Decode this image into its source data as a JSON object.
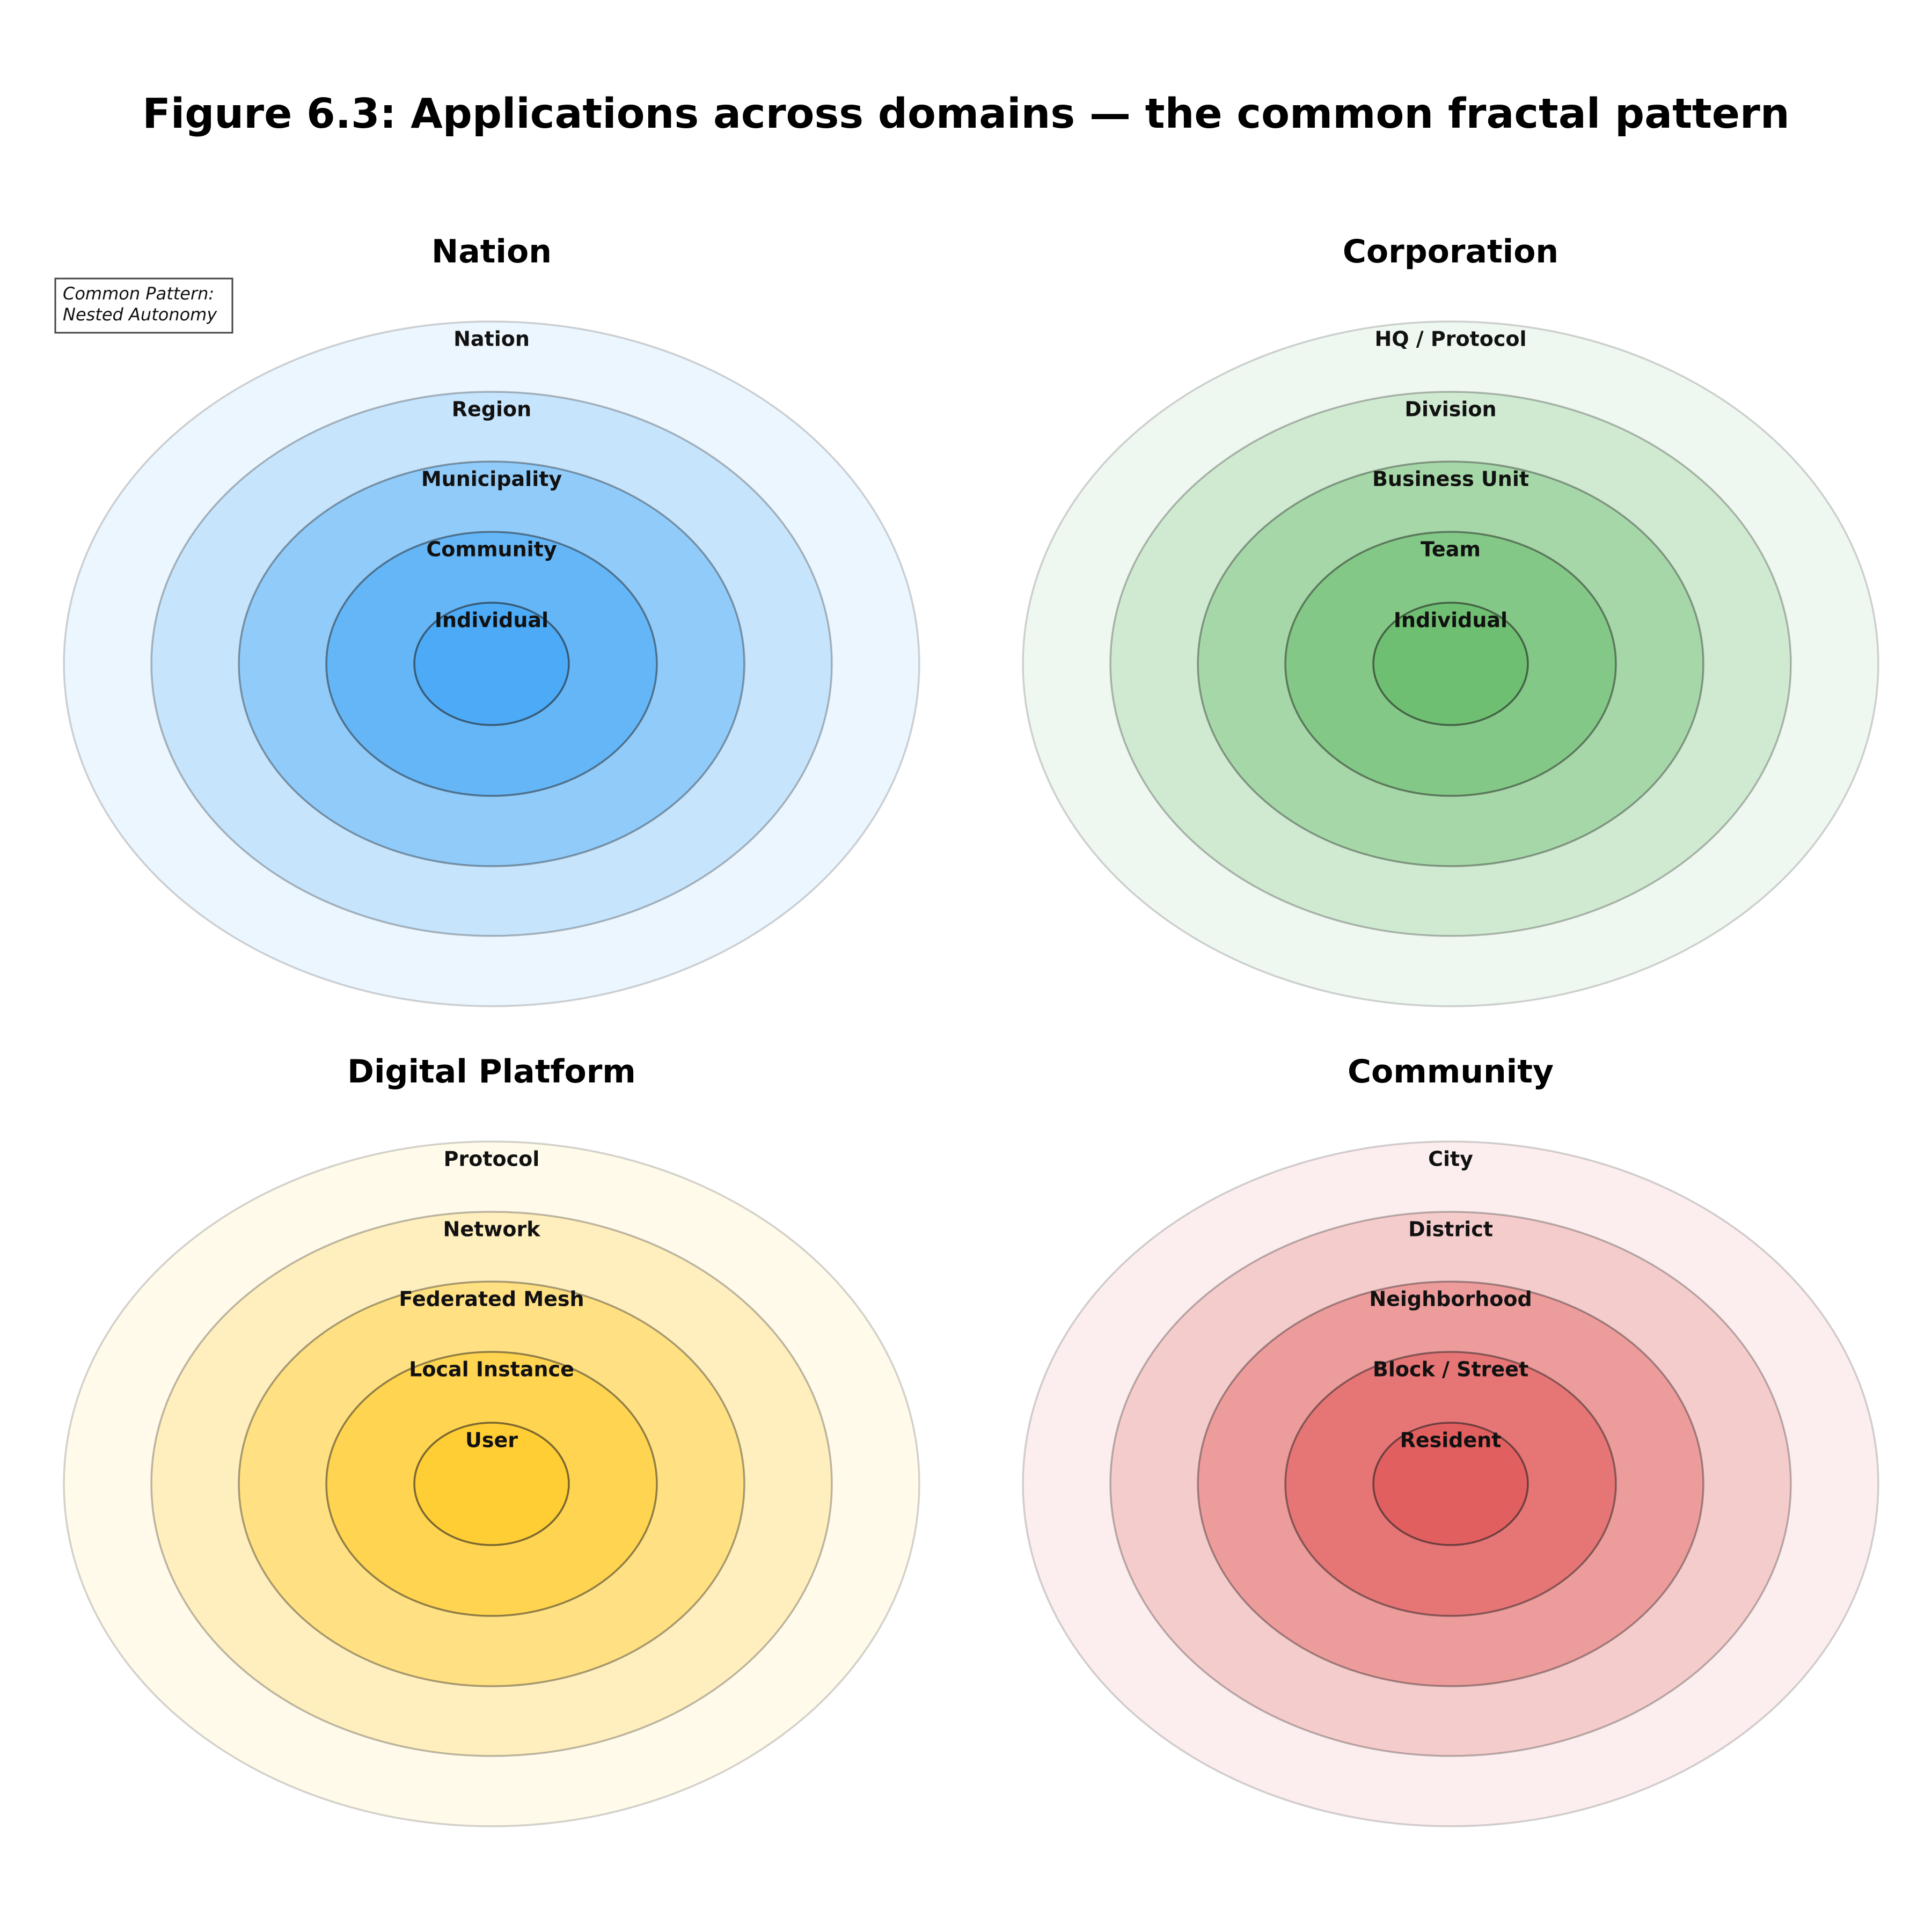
{
  "title": "Figure 6.3: Applications across domains — the common fractal pattern",
  "note": {
    "lines": [
      "Common Pattern:",
      "Nested Autonomy"
    ]
  },
  "panels": [
    {
      "title": "Nation",
      "color": "#42a5f5",
      "levels": [
        "Nation",
        "Region",
        "Municipality",
        "Community",
        "Individual"
      ]
    },
    {
      "title": "Corporation",
      "color": "#66bb6a",
      "levels": [
        "HQ / Protocol",
        "Division",
        "Business Unit",
        "Team",
        "Individual"
      ]
    },
    {
      "title": "Digital Platform",
      "color": "#ffca28",
      "levels": [
        "Protocol",
        "Network",
        "Federated Mesh",
        "Local Instance",
        "User"
      ]
    },
    {
      "title": "Community",
      "color": "#e05555",
      "levels": [
        "City",
        "District",
        "Neighborhood",
        "Block / Street",
        "Resident"
      ]
    }
  ]
}
